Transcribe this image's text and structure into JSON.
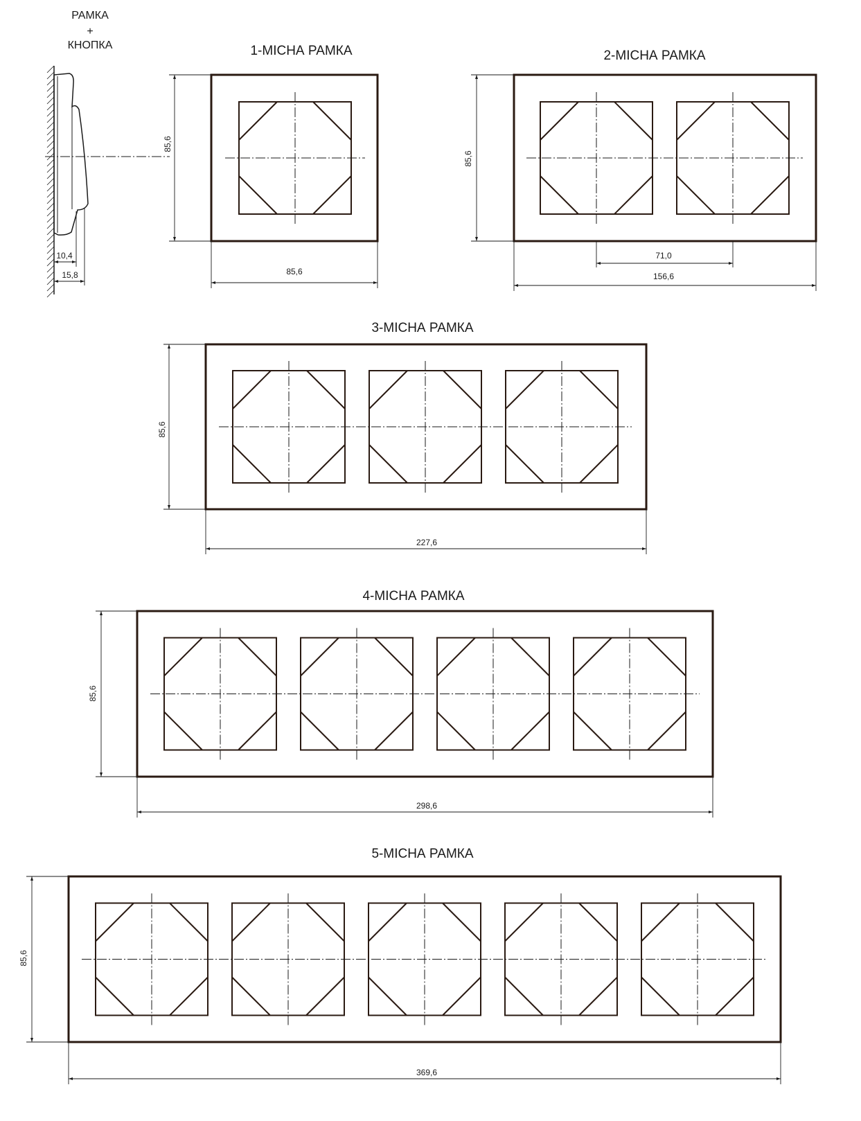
{
  "side_view": {
    "title": [
      "РАМКА",
      "+",
      "КНОПКА"
    ],
    "dim_depth_frame": "10,4",
    "dim_depth_total": "15,8"
  },
  "frames": [
    {
      "title": "1-МІСНА РАМКА",
      "posts": 1,
      "height": "85,6",
      "width": "85,6"
    },
    {
      "title": "2-МІСНА РАМКА",
      "posts": 2,
      "height": "85,6",
      "width": "156,6",
      "pitch": "71,0"
    },
    {
      "title": "3-МІСНА РАМКА",
      "posts": 3,
      "height": "85,6",
      "width": "227,6"
    },
    {
      "title": "4-МІСНА РАМКА",
      "posts": 4,
      "height": "85,6",
      "width": "298,6"
    },
    {
      "title": "5-МІСНА РАМКА",
      "posts": 5,
      "height": "85,6",
      "width": "369,6"
    }
  ],
  "colors": {
    "line": "#2a1a12",
    "text": "#1a1a1a"
  }
}
